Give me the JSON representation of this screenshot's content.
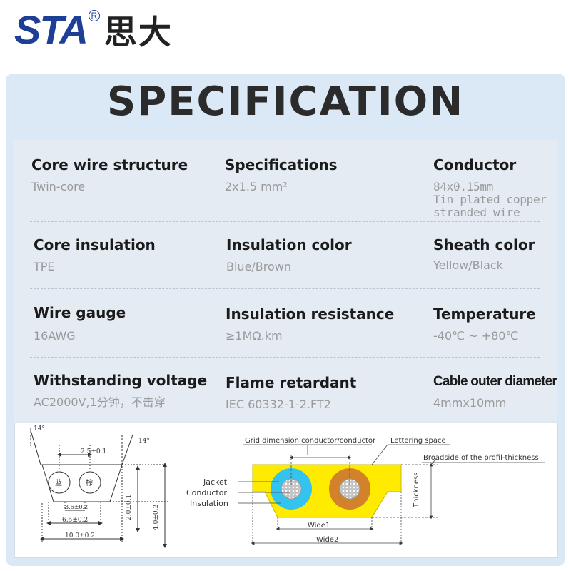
{
  "brand": {
    "latin": "STA",
    "registered": "R",
    "chinese": "思大"
  },
  "title": "SPECIFICATION",
  "specs": [
    {
      "label": "Core wire structure",
      "value": "Twin-core"
    },
    {
      "label": "Specifications",
      "value": "2x1.5 mm²"
    },
    {
      "label": "Conductor",
      "value": [
        "84x0.15mm",
        "Tin plated copper",
        "stranded wire"
      ]
    },
    {
      "label": "Core insulation",
      "value": "TPE"
    },
    {
      "label": "Insulation color",
      "value": "Blue/Brown"
    },
    {
      "label": "Sheath color",
      "value": "Yellow/Black"
    },
    {
      "label": "Wire gauge",
      "value": "16AWG"
    },
    {
      "label": "Insulation resistance",
      "value": "≥1MΩ.km"
    },
    {
      "label": "Temperature",
      "value": "-40℃ ~ +80℃"
    },
    {
      "label": "Withstanding voltage",
      "value": "AC2000V,1分钟，不击穿"
    },
    {
      "label": "Flame retardant",
      "value": "IEC 60332-1-2.FT2"
    },
    {
      "label": "Cable outer diameter",
      "value": "4mmx10mm"
    }
  ],
  "drawing_left": {
    "angle_left": "14°",
    "angle_right": "14°",
    "dim_pitch": "2.5±0.1",
    "core_left": "蓝",
    "core_right": "棕",
    "dim_core": "3.6±0.2",
    "dim_inner": "6.5±0.2",
    "dim_width": "10.0±0.2",
    "dim_inner_height": "2.0±0.1",
    "dim_height": "4.0±0.2"
  },
  "drawing_right": {
    "grid_dimension": "Grid dimension conductor/conductor",
    "lettering_space": "Lettering space",
    "broadside": "Broadside of the profil-thickness",
    "jacket": "Jacket",
    "conductor": "Conductor",
    "insulation": "Insulation",
    "thickness": "Thickness",
    "wide1": "Wide1",
    "wide2": "Wide2"
  },
  "colors": {
    "brand_blue": "#1d3f96",
    "jacket_yellow": "#ffeb00",
    "insulation_blue": "#33c3ee",
    "insulation_brown": "#d1822a"
  }
}
